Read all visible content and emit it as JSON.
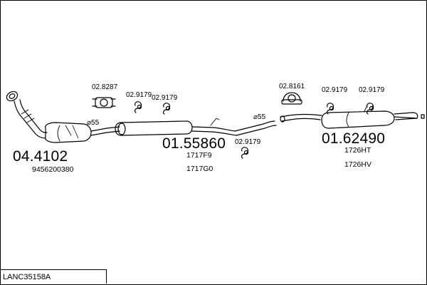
{
  "diagram": {
    "code": "LANC35158A",
    "parts": [
      {
        "id": "catalyst",
        "number": "04.4102",
        "refs": [
          "9456200380"
        ]
      },
      {
        "id": "middle-silencer",
        "number": "01.55860",
        "refs": [
          "1717F9",
          "1717G0"
        ]
      },
      {
        "id": "rear-silencer",
        "number": "01.62490",
        "refs": [
          "1726HT",
          "1726HV"
        ]
      }
    ],
    "fittings": {
      "clamp_a": "02.8287",
      "clamp_b": "02.8161",
      "mount_1": "02.9179",
      "mount_2": "02.9179",
      "mount_3": "02.9179",
      "mount_4": "02.9179",
      "mount_5": "02.9179"
    },
    "diameters": {
      "front": "⌀55",
      "rear": "⌀55"
    }
  }
}
